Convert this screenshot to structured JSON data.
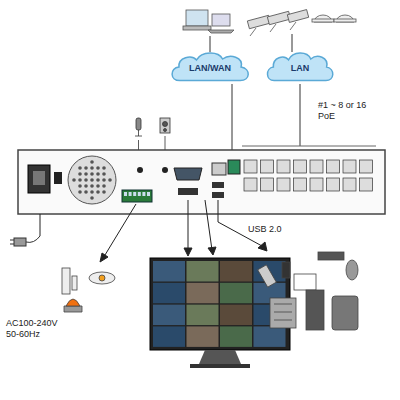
{
  "diagram": {
    "nodes": [
      {
        "text": [
          "LAN/WAN"
        ]
      },
      {
        "text": [
          "LAN"
        ]
      }
    ],
    "labels": [
      "#1 ~ 8 or 16 PoE",
      "USB 2.0",
      "AC100-240V 50-60Hz"
    ]
  }
}
